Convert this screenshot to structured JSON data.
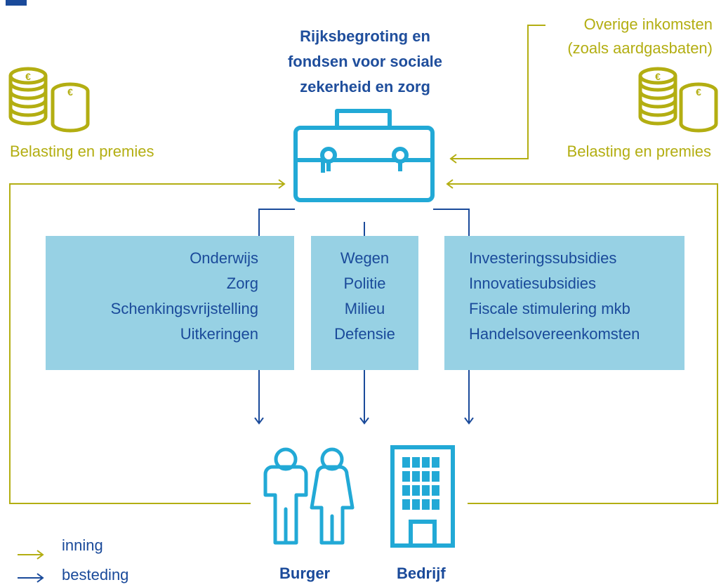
{
  "title_lines": [
    "Rijksbegroting en",
    "fondsen voor sociale",
    "zekerheid en zorg"
  ],
  "income": {
    "left_label": "Belasting en premies",
    "right_label": "Belasting en premies",
    "other_income_line1": "Overige inkomsten",
    "other_income_line2": "(zoals aardgasbaten)",
    "coin_symbol": "€"
  },
  "boxes": [
    {
      "id": "burger",
      "items": [
        "Onderwijs",
        "Zorg",
        "Schenkingsvrijstelling",
        "Uitkeringen"
      ]
    },
    {
      "id": "shared",
      "items": [
        "Wegen",
        "Politie",
        "Milieu",
        "Defensie"
      ]
    },
    {
      "id": "bedrijf",
      "items": [
        "Investeringssubsidies",
        "Innovatiesubsidies",
        "Fiscale stimulering mkb",
        "Handelsovereenkomsten"
      ]
    }
  ],
  "recipients": {
    "burger": "Burger",
    "bedrijf": "Bedrijf"
  },
  "legend": {
    "inning": "inning",
    "besteding": "besteding"
  },
  "colors": {
    "olive": "#b3ae12",
    "navy": "#1a4a9a",
    "cyan": "#22a9d6",
    "box_fill": "#97d1e4"
  }
}
